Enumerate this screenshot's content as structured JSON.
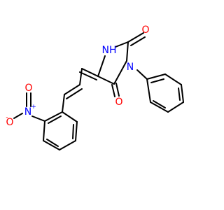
{
  "molecule": {
    "colors": {
      "bond": "#000000",
      "oxygen": "#ff0000",
      "nitrogen": "#0000ff"
    },
    "labels": {
      "carbonyl_o_top": "O",
      "carbonyl_o_bottom": "O",
      "nh": "NH",
      "n_ring": "N",
      "nitro_n": "N",
      "nitro_n_charge": "+",
      "nitro_o_single": "O",
      "nitro_o_single_charge": "-",
      "nitro_o_double": "O"
    }
  }
}
